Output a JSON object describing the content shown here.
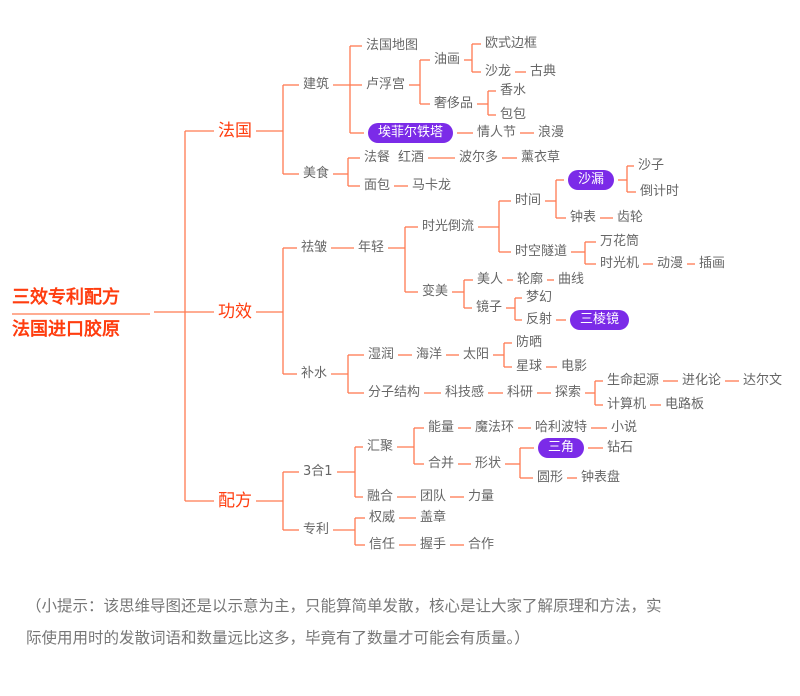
{
  "mindmap": {
    "root1": "三效专利配方",
    "root2": "法国进口胶原",
    "france": "法国",
    "effect": "功效",
    "formula": "配方",
    "arch": "建筑",
    "map": "法国地图",
    "louvre": "卢浮宫",
    "eiffel": "埃菲尔铁塔",
    "painting": "油画",
    "frame": "欧式边框",
    "salon": "沙龙",
    "classic": "古典",
    "luxury": "奢侈品",
    "perfume": "香水",
    "bag": "包包",
    "valentine": "情人节",
    "romance": "浪漫",
    "food": "美食",
    "frenchmeal": "法餐",
    "wine": "红酒",
    "bordeaux": "波尔多",
    "lavender": "薰衣草",
    "bread": "面包",
    "macaron": "马卡龙",
    "wrinkle": "祛皱",
    "young": "年轻",
    "timeback": "时光倒流",
    "time": "时间",
    "hourglass": "沙漏",
    "sand": "沙子",
    "countdown": "倒计时",
    "clock": "钟表",
    "gear": "齿轮",
    "tunnel": "时空隧道",
    "kaleido": "万花筒",
    "timemachine": "时光机",
    "anime": "动漫",
    "illus": "插画",
    "beauty": "变美",
    "beautyp": "美人",
    "contour": "轮廓",
    "curve": "曲线",
    "mirror": "镜子",
    "dream": "梦幻",
    "reflect": "反射",
    "prism": "三棱镜",
    "hydrate": "补水",
    "moist": "湿润",
    "ocean": "海洋",
    "sun": "太阳",
    "sunscreen": "防晒",
    "planet": "星球",
    "movie": "电影",
    "molecule": "分子结构",
    "tech": "科技感",
    "research": "科研",
    "explore": "探索",
    "origin": "生命起源",
    "evolution": "进化论",
    "darwin": "达尔文",
    "computer": "计算机",
    "circuit": "电路板",
    "three": "3合1",
    "gather": "汇聚",
    "energy": "能量",
    "magic": "魔法环",
    "potter": "哈利波特",
    "novel": "小说",
    "merge": "合并",
    "shape": "形状",
    "triangle": "三角",
    "diamond": "钻石",
    "circle": "圆形",
    "dial": "钟表盘",
    "fuse": "融合",
    "team": "团队",
    "power": "力量",
    "patent": "专利",
    "authority": "权威",
    "seal": "盖章",
    "trust": "信任",
    "handshake": "握手",
    "coop": "合作"
  },
  "footer": {
    "line1": "（小提示：该思维导图还是以示意为主，只能算简单发散，核心是让大家了解原理和方法，实",
    "line2": "际使用用时的发散词语和数量远比这多，毕竟有了数量才可能会有质量。）"
  },
  "colors": {
    "line": "#ff7a50",
    "accent": "#ff3d0f",
    "pill": "#7b2be8"
  }
}
